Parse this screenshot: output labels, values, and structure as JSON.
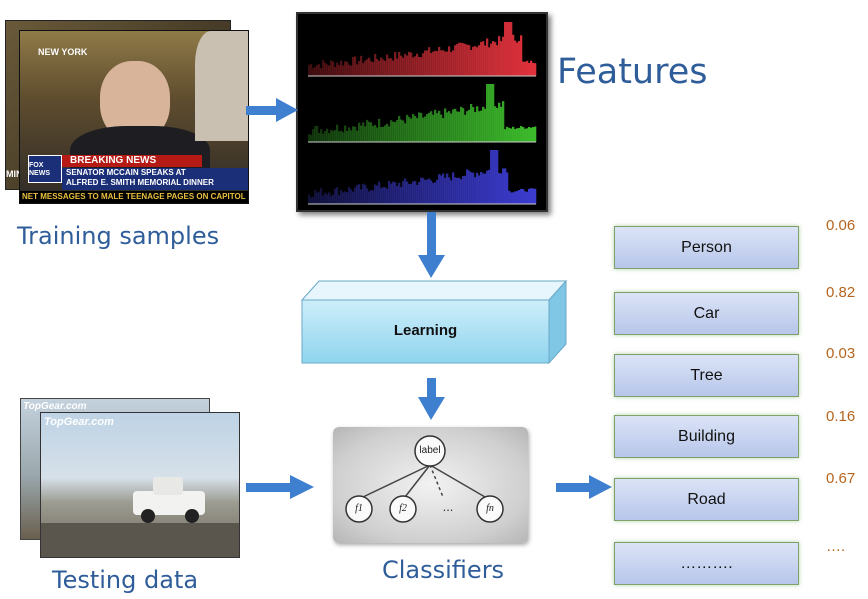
{
  "captions": {
    "features": "Features",
    "training": "Training samples",
    "testing": "Testing data",
    "classifiers": "Classifiers",
    "learning": "Learning"
  },
  "news_frame": {
    "channel_tag": "NEW YORK",
    "banner": "BREAKING NEWS",
    "ticker_1": "SENATOR MCCAIN SPEAKS AT",
    "ticker_2": "ALFRED E. SMITH MEMORIAL DINNER",
    "crawl": "NET MESSAGES TO MALE TEENAGE PAGES ON CAPITOL H",
    "network": "FOX NEWS",
    "side_text": "MIN"
  },
  "video_frame": {
    "watermark": "TopGear.com"
  },
  "graph": {
    "root_label": "label",
    "leaf_labels": [
      "f1",
      "f2",
      "...",
      "fn"
    ]
  },
  "classes": [
    {
      "label": "Person",
      "score": "0.06"
    },
    {
      "label": "Car",
      "score": "0.82"
    },
    {
      "label": "Tree",
      "score": "0.03"
    },
    {
      "label": "Building",
      "score": "0.16"
    },
    {
      "label": "Road",
      "score": "0.67"
    },
    {
      "label": "……….",
      "score": "…."
    }
  ],
  "colors": {
    "arrow": "#3f7fcf",
    "caption": "#2f5d9a",
    "score": "#b5651d",
    "histogram_red": "#e0323c",
    "histogram_green": "#3dbb2c",
    "histogram_blue": "#3c3cd0"
  }
}
